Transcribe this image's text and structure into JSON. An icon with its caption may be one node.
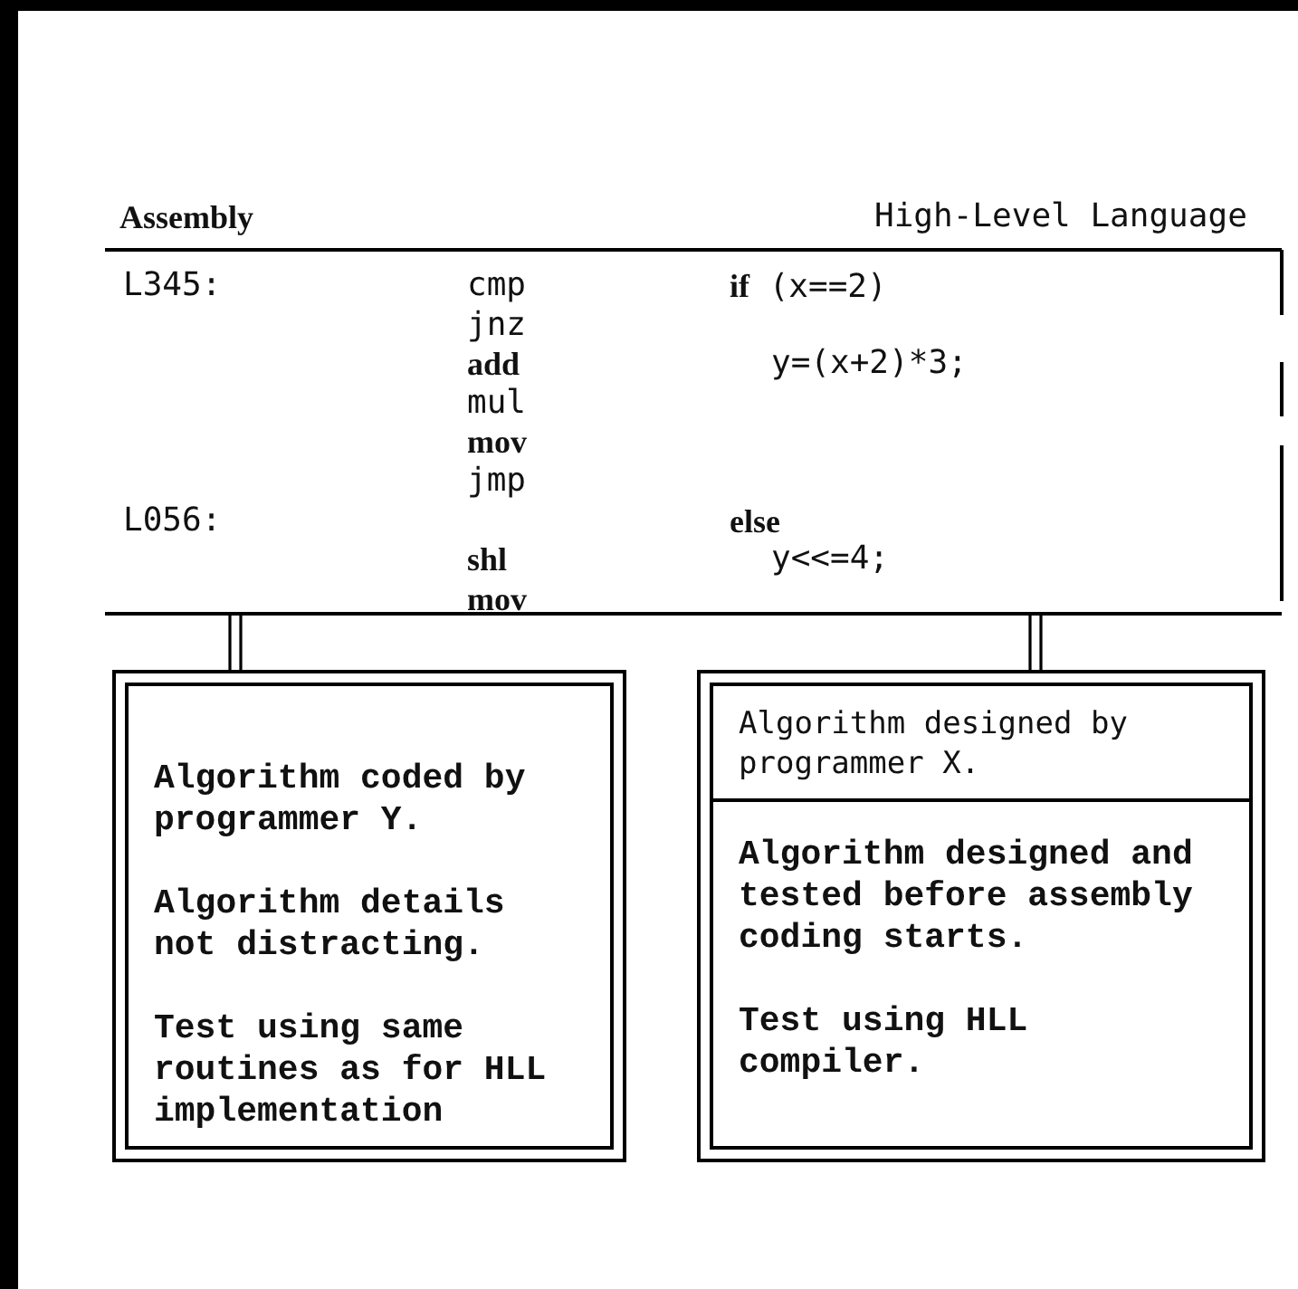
{
  "diagram": {
    "nodes": [
      {
        "text": [
          "Assembly",
          "High-Level Language",
          "L345:",
          "cmp",
          "**if** (x==2)",
          "jnz",
          "add",
          "y=(x+2)*3;",
          "mul",
          "mov",
          "jmp",
          "L056:",
          "else",
          "shl",
          "y<<=4;",
          "mov"
        ]
      },
      {
        "text": [
          "Algorithm coded by programmer Y.",
          "Algorithm details not distracting.",
          "Test using same routines as for HLL implementation"
        ]
      },
      {
        "text": [
          "Algorithm designed by programmer X.",
          "Algorithm designed and tested before assembly coding starts.",
          "Test using HLL compiler."
        ]
      }
    ],
    "edges": [
      {
        "from": 0,
        "to": 1,
        "arrow": "none"
      },
      {
        "from": 0,
        "to": 2,
        "arrow": "none"
      }
    ]
  }
}
